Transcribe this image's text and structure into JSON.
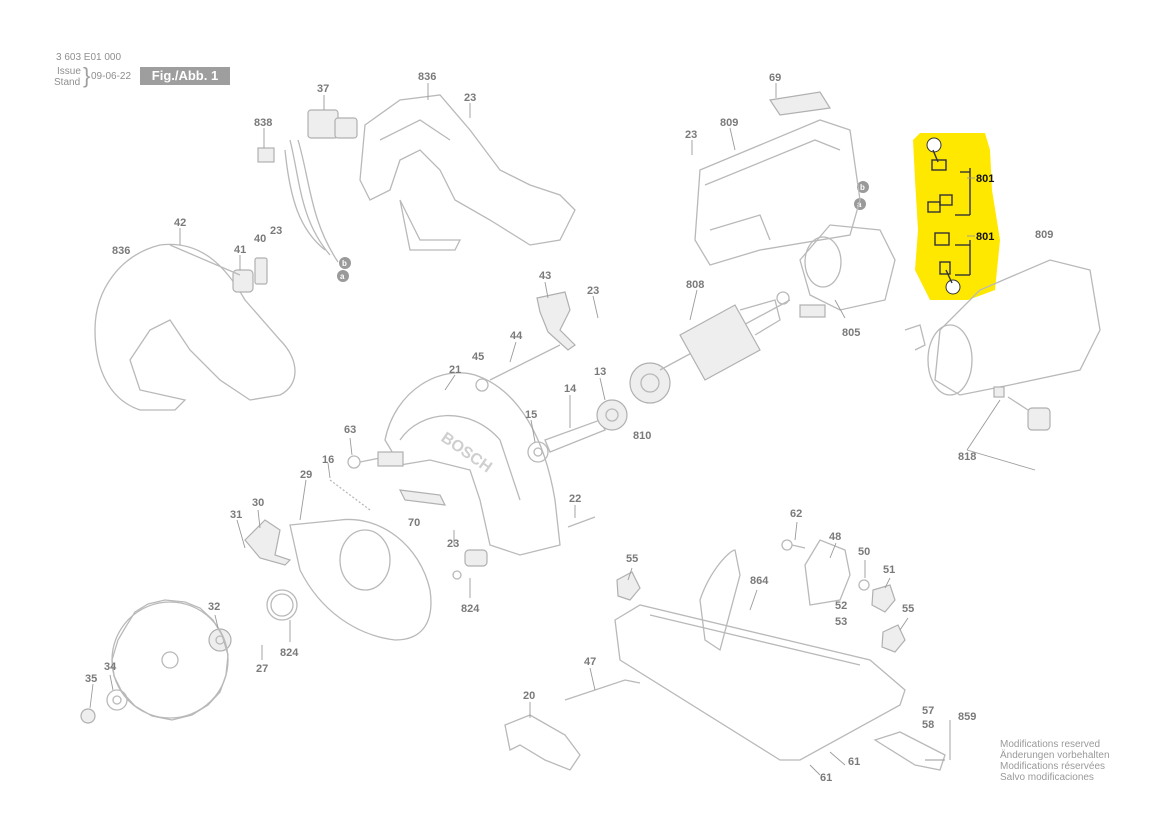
{
  "header": {
    "part_number": "3 603 E01 000",
    "issue_label": "Issue",
    "stand_label": "Stand",
    "date": "09-06-22",
    "figure": "Fig./Abb. 1"
  },
  "modifications": [
    "Modifications reserved",
    "Änderungen vorbehalten",
    "Modifications réservées",
    "Salvo modificaciones"
  ],
  "callouts": {
    "c838": "838",
    "c37": "37",
    "c836a": "836",
    "c23a": "23",
    "c42": "42",
    "c23b": "23",
    "c40": "40",
    "c41": "41",
    "c836b": "836",
    "c43": "43",
    "c23c": "23",
    "c44": "44",
    "c45": "45",
    "c21": "21",
    "c14": "14",
    "c13": "13",
    "c15": "15",
    "c810": "810",
    "c808": "808",
    "c805": "805",
    "c69": "69",
    "c809a": "809",
    "c23d": "23",
    "c801a": "801",
    "c801b": "801",
    "c809b": "809",
    "c818": "818",
    "c63": "63",
    "c16": "16",
    "c29": "29",
    "c30": "30",
    "c31": "31",
    "c70": "70",
    "c22": "22",
    "c23e": "23",
    "c824a": "824",
    "c824b": "824",
    "c32": "32",
    "c27": "27",
    "c35": "35",
    "c34": "34",
    "c20": "20",
    "c47": "47",
    "c62": "62",
    "c48": "48",
    "c50": "50",
    "c51": "51",
    "c55a": "55",
    "c864": "864",
    "c52": "52",
    "c53": "53",
    "c55b": "55",
    "c57": "57",
    "c58": "58",
    "c859": "859",
    "c61a": "61",
    "c61b": "61"
  },
  "markers": {
    "a": "a",
    "b": "b"
  },
  "highlight_color": "#ffe800",
  "brand_on_guard": "BOSCH"
}
